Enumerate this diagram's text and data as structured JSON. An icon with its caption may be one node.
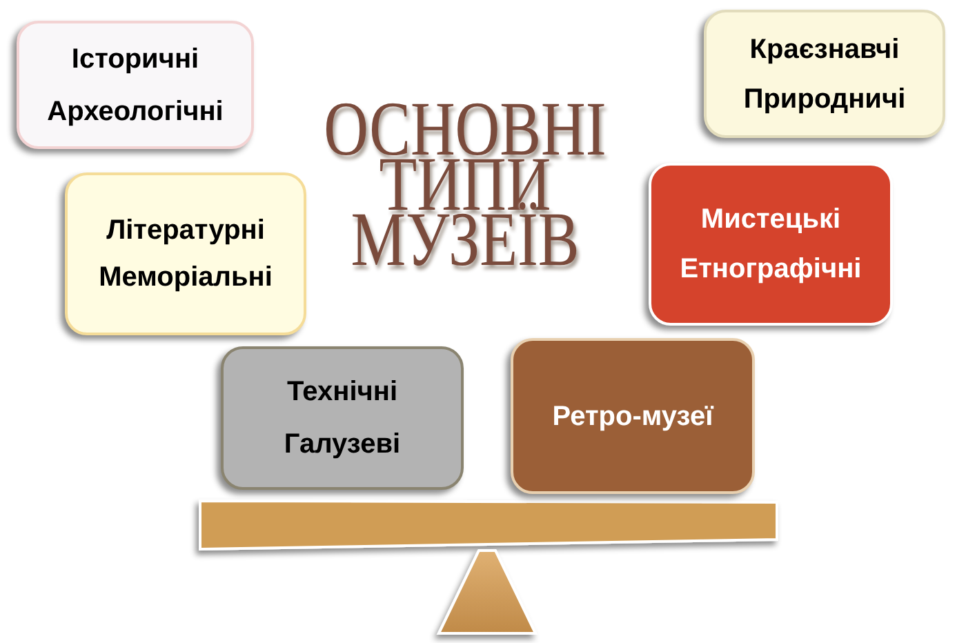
{
  "diagram": {
    "title": "ОСНОВНІ ТИПИ МУЗЕЇВ",
    "nodes": [
      {
        "text": [
          "Історичні",
          "Археологічні"
        ]
      },
      {
        "text": [
          "Краєзнавчі",
          "Природничі"
        ]
      },
      {
        "text": [
          "Літературні",
          "Меморіальні"
        ]
      },
      {
        "text": [
          "Мистецькі",
          "Етнографічні"
        ]
      },
      {
        "text": [
          "Технічні",
          "Галузеві"
        ]
      },
      {
        "text": [
          "Ретро-музеї"
        ]
      }
    ]
  }
}
